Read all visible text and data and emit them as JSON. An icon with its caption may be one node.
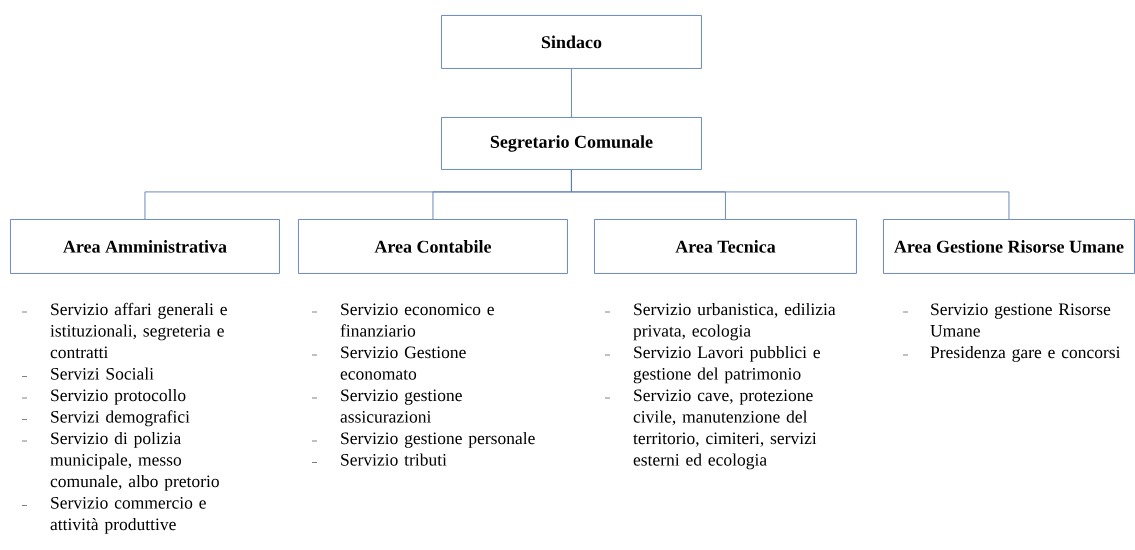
{
  "diagram": {
    "nodes": [
      {
        "text": [
          "Sindaco"
        ]
      },
      {
        "text": [
          "Segretario Comunale"
        ]
      },
      {
        "text": [
          "Area Amministrativa"
        ],
        "beside": [
          "Servizio affari generali e istituzionali, segreteria e contratti",
          "Servizi Sociali",
          "Servizio protocollo",
          "Servizi demografici",
          "Servizio di polizia municipale, messo comunale, albo pretorio",
          "Servizio commercio e attività produttive"
        ]
      },
      {
        "text": [
          "Area Contabile"
        ],
        "beside": [
          "Servizio economico e finanziario",
          "Servizio Gestione economato",
          "Servizio gestione assicurazioni",
          "Servizio gestione personale",
          "Servizio tributi"
        ]
      },
      {
        "text": [
          "Area Tecnica"
        ],
        "beside": [
          "Servizio urbanistica, edilizia privata, ecologia",
          "Servizio Lavori pubblici e gestione del patrimonio",
          "Servizio cave, protezione civile, manutenzione del territorio, cimiteri, servizi esterni ed ecologia"
        ]
      },
      {
        "text": [
          "Area Gestione Risorse Umane"
        ],
        "beside": [
          "Servizio gestione Risorse Umane",
          "Presidenza gare e concorsi"
        ]
      }
    ],
    "edges": [
      {
        "from": 0,
        "to": 1,
        "arrow": "none"
      },
      {
        "from": 1,
        "to": 2,
        "arrow": "none"
      },
      {
        "from": 1,
        "to": 3,
        "arrow": "none"
      },
      {
        "from": 1,
        "to": 4,
        "arrow": "none"
      },
      {
        "from": 1,
        "to": 5,
        "arrow": "none"
      }
    ]
  }
}
